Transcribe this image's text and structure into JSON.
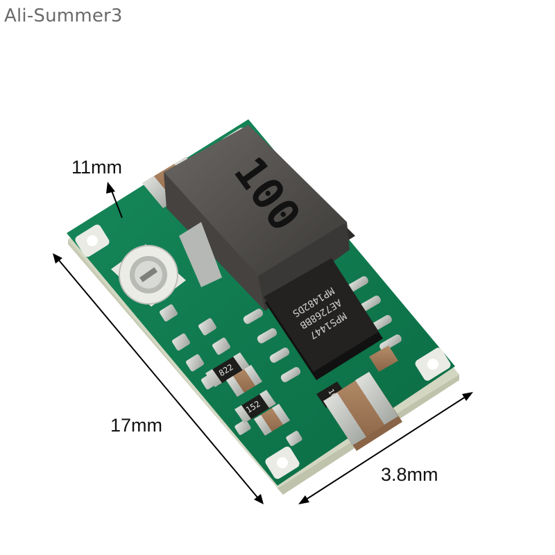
{
  "watermark": "Ali-Summer3",
  "dimensions": {
    "height": "11mm",
    "length": "17mm",
    "width": "3.8mm"
  },
  "components": {
    "inductor_marking": "100",
    "chip_marking_line1": "MP1482DS",
    "chip_marking_line2": "AE7268BB",
    "chip_marking_line3": "MPS1447",
    "resistor_1": "822",
    "resistor_2": "152",
    "capacitor_marking": "104"
  },
  "colors": {
    "pcb_green": "#0f7a4e",
    "pcb_edge": "#d9dcc8",
    "inductor": "#4d4a47",
    "chip": "#1e1d1c",
    "capacitor": "#a07a5a",
    "solder": "#c9ccc8"
  }
}
